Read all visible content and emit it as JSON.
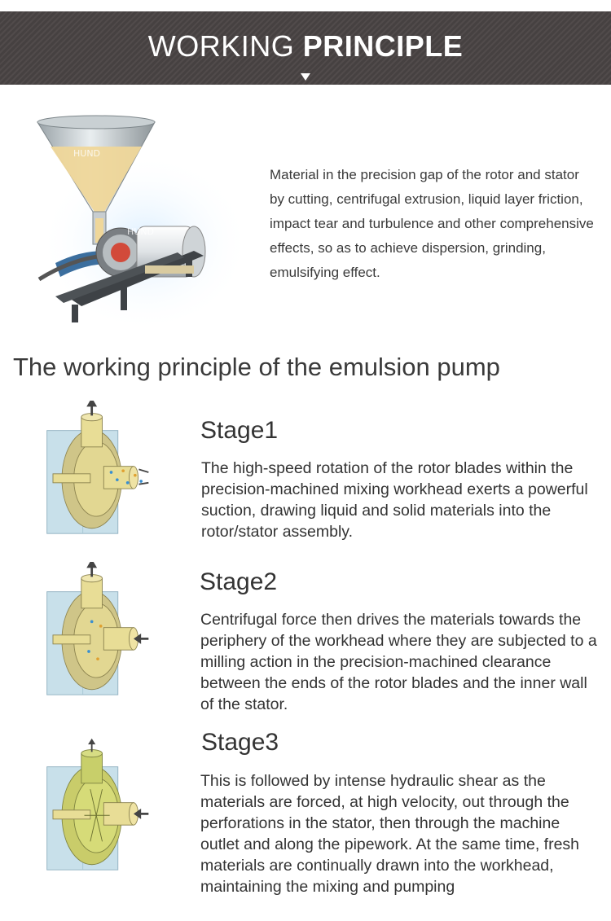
{
  "header": {
    "title_light": "WORKING",
    "title_bold": "PRINCIPLE",
    "arrow_icon": "triangle-down-icon",
    "bg_color": "#4a4444"
  },
  "intro": {
    "watermark": "HUND",
    "description": "Material in the precision gap of the rotor and stator by cutting, centrifugal extrusion, liquid layer friction, impact tear and turbulence and other comprehensive effects, so as to achieve dispersion, grinding, emulsifying effect."
  },
  "section": {
    "heading": "The working principle of the emulsion pump"
  },
  "stages": [
    {
      "title": "Stage1",
      "description": "The high-speed rotation of the rotor blades within the precision-machined mixing workhead exerts a powerful suction, drawing liquid and solid materials into the rotor/stator assembly."
    },
    {
      "title": "Stage2",
      "description": "Centrifugal force then drives the materials towards the periphery of the workhead where they are subjected to a milling action in the precision-machined clearance between the ends of the rotor blades and the inner wall of the stator."
    },
    {
      "title": "Stage3",
      "description": "This is followed by intense hydraulic shear as the materials are forced, at high velocity, out through the perforations in the stator, then through the machine outlet and along the pipework. At the same time, fresh materials are continually drawn into the workhead, maintaining the mixing and pumping"
    }
  ]
}
